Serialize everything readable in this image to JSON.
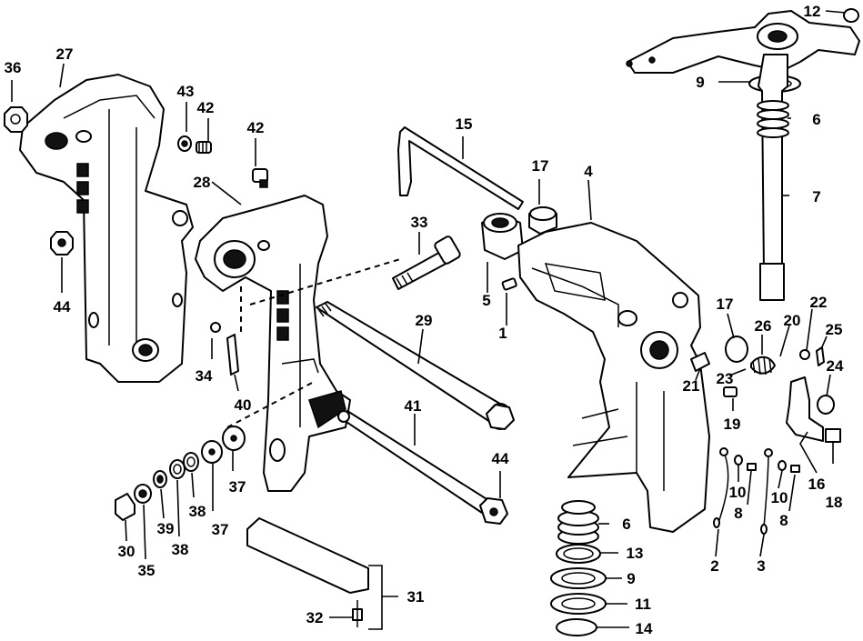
{
  "callouts": [
    "1",
    "2",
    "3",
    "4",
    "5",
    "6",
    "7",
    "8",
    "9",
    "10",
    "11",
    "12",
    "13",
    "14",
    "15",
    "16",
    "17",
    "18",
    "19",
    "20",
    "21",
    "22",
    "23",
    "24",
    "25",
    "26",
    "27",
    "28",
    "29",
    "30",
    "31",
    "32",
    "33",
    "34",
    "35",
    "36",
    "37",
    "38",
    "39",
    "40",
    "41",
    "42",
    "43",
    "44"
  ]
}
